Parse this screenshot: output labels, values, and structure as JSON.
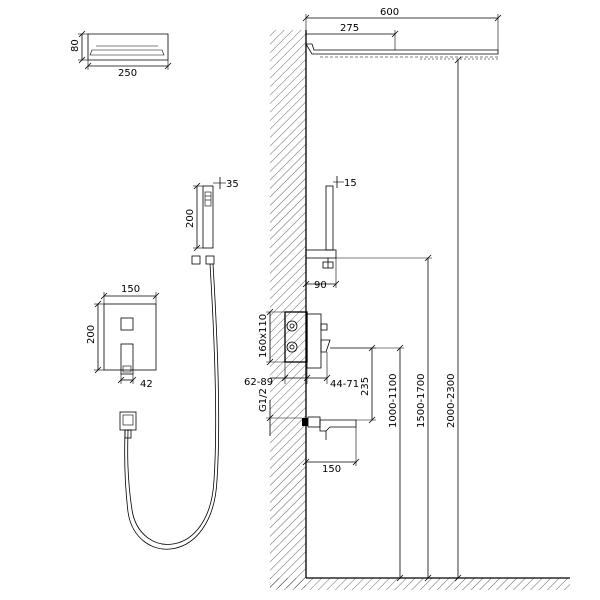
{
  "diagram": {
    "labels": {
      "head_height": "80",
      "head_width": "250",
      "arm_length": "600",
      "arm_inner": "275",
      "hand_shower_width": "35",
      "hand_shower_length": "200",
      "panel_width": "150",
      "panel_height": "200",
      "panel_depth": "42",
      "holder_width": "15",
      "holder_offset": "90",
      "box_size": "160x110",
      "box_depth_in": "62-89",
      "box_depth_out": "44-71",
      "thread": "G1/2",
      "spout_drop": "235",
      "spout_length": "150",
      "height_spout": "1000-1100",
      "height_holder": "1500-1700",
      "height_head": "2000-2300"
    }
  }
}
